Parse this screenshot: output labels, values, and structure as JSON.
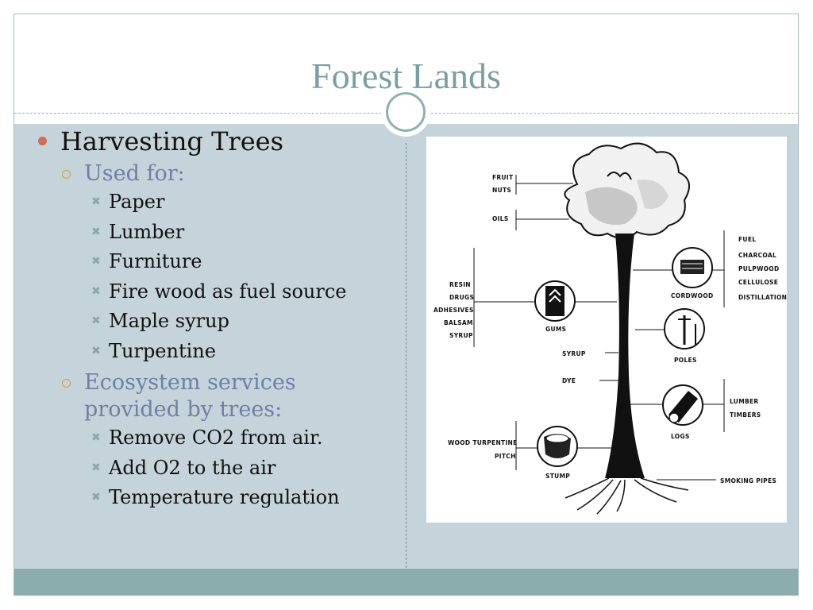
{
  "slide": {
    "title": "Forest Lands"
  },
  "bullets": {
    "main": "Harvesting Trees",
    "groups": [
      {
        "heading": "Used for:",
        "items": [
          "Paper",
          "Lumber",
          "Furniture",
          "Fire wood as fuel source",
          "Maple syrup",
          "Turpentine"
        ]
      },
      {
        "heading": "Ecosystem services provided by trees:",
        "heading_lines": [
          "Ecosystem services",
          "provided by trees:"
        ],
        "items": [
          "Remove CO2 from air.",
          "Add O2 to the air",
          "Temperature regulation"
        ]
      }
    ]
  },
  "diagram": {
    "labels": {
      "fruit": "FRUIT",
      "nuts": "NUTS",
      "oils": "OILS",
      "fuel": "FUEL",
      "charcoal": "CHARCOAL",
      "pulpwood": "PULPWOOD",
      "cellulose": "CELLULOSE",
      "distillation": "DISTILLATION",
      "cordwood": "CORDWOOD",
      "resin": "RESIN",
      "drugs": "DRUGS",
      "adhesives": "ADHESIVES",
      "balsam": "BALSAM",
      "syrup_left": "SYRUP",
      "gums": "GUMS",
      "poles": "POLES",
      "syrup": "SYRUP",
      "dye": "DYE",
      "lumber": "LUMBER",
      "timbers": "TIMBERS",
      "logs": "LOGS",
      "wood_turpentine": "WOOD TURPENTINE",
      "pitch": "PITCH",
      "stump": "STUMP",
      "smoking_pipes": "SMOKING PIPES"
    }
  },
  "colors": {
    "title": "#7a9fa2",
    "content_bg": "#c5d3da",
    "footer": "#8cadae",
    "l1_marker": "#d46d4f",
    "l2_marker": "#c7a838",
    "l2_text": "#6f7fa6",
    "l3_marker": "#8aa6ab"
  }
}
